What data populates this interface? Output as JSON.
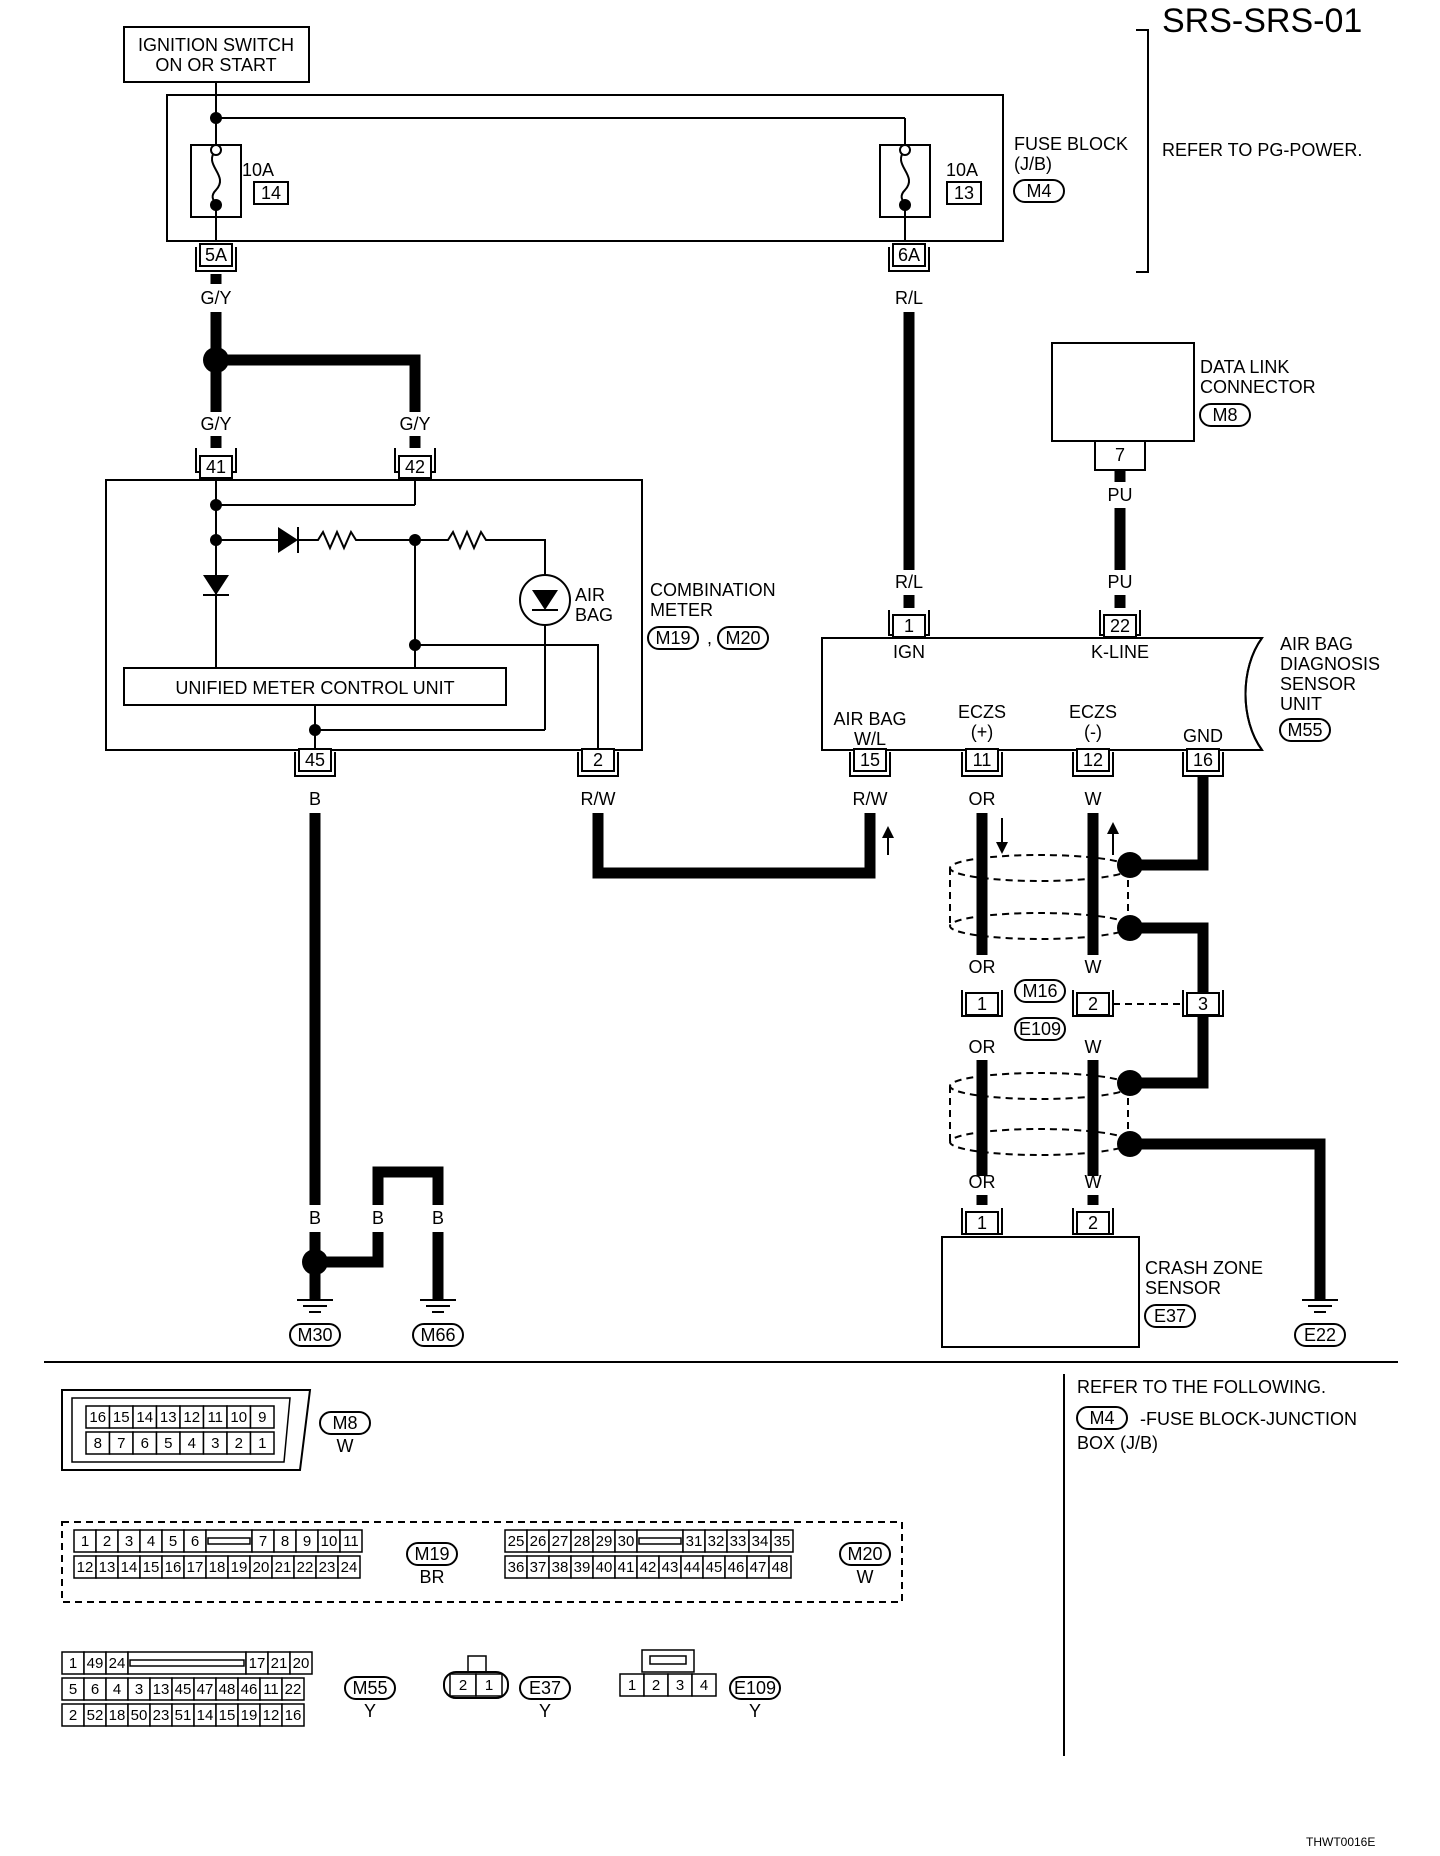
{
  "diagram": {
    "title": "SRS-SRS-01",
    "code": "THWT0016E",
    "ignition_switch": [
      "IGNITION SWITCH",
      "ON OR START"
    ],
    "fuse_block": {
      "label": [
        "FUSE BLOCK",
        "(J/B)"
      ],
      "connector": "M4",
      "note": "REFER TO PG-POWER.",
      "fuse_left": {
        "rating": "10A",
        "number": "14",
        "terminal": "5A"
      },
      "fuse_right": {
        "rating": "10A",
        "number": "13",
        "terminal": "6A"
      }
    },
    "combination_meter": {
      "label": [
        "COMBINATION",
        "METER"
      ],
      "connectors": [
        "M19",
        "M20"
      ],
      "separator": ",",
      "unit_label": "UNIFIED METER CONTROL UNIT",
      "airbag_lamp": [
        "AIR",
        "BAG"
      ],
      "terminals": [
        "41",
        "42",
        "45",
        "2"
      ]
    },
    "data_link": {
      "label": [
        "DATA LINK",
        "CONNECTOR"
      ],
      "connector": "M8",
      "terminal": "7"
    },
    "sensor_unit": {
      "label": [
        "AIR BAG",
        "DIAGNOSIS",
        "SENSOR",
        "UNIT"
      ],
      "connector": "M55",
      "top_pins": [
        {
          "num": "1",
          "name": "IGN"
        },
        {
          "num": "22",
          "name": "K-LINE"
        }
      ],
      "bottom_pins": [
        {
          "num": "15",
          "name": [
            "AIR BAG",
            "W/L"
          ]
        },
        {
          "num": "11",
          "name": [
            "ECZS",
            "(+)"
          ]
        },
        {
          "num": "12",
          "name": [
            "ECZS",
            "(-)"
          ]
        },
        {
          "num": "16",
          "name": [
            "GND"
          ]
        }
      ]
    },
    "joint_connector": {
      "connectors": [
        "M16",
        "E109"
      ],
      "pins": [
        "1",
        "2",
        "3"
      ]
    },
    "crash_zone_sensor": {
      "label": [
        "CRASH ZONE",
        "SENSOR"
      ],
      "connector": "E37",
      "pins": [
        "1",
        "2"
      ]
    },
    "wire_colors": {
      "gy": "G/Y",
      "rl": "R/L",
      "pu": "PU",
      "b": "B",
      "rw": "R/W",
      "or": "OR",
      "w": "W"
    },
    "grounds": [
      "M30",
      "M66",
      "E22"
    ],
    "refer": {
      "heading": "REFER TO THE FOLLOWING.",
      "connector": "M4",
      "text": [
        "-FUSE BLOCK-JUNCTION",
        "BOX (J/B)"
      ]
    },
    "connector_views": {
      "m8": {
        "name": "M8",
        "color": "W",
        "rows": [
          [
            "16",
            "15",
            "14",
            "13",
            "12",
            "11",
            "10",
            "9"
          ],
          [
            "8",
            "7",
            "6",
            "5",
            "4",
            "3",
            "2",
            "1"
          ]
        ]
      },
      "m19": {
        "name": "M19",
        "color": "BR",
        "rows": [
          [
            "1",
            "2",
            "3",
            "4",
            "5",
            "6",
            "",
            "7",
            "8",
            "9",
            "10",
            "11"
          ],
          [
            "12",
            "13",
            "14",
            "15",
            "16",
            "17",
            "18",
            "19",
            "20",
            "21",
            "22",
            "23",
            "24"
          ]
        ]
      },
      "m20": {
        "name": "M20",
        "color": "W",
        "rows": [
          [
            "25",
            "26",
            "27",
            "28",
            "29",
            "30",
            "",
            "31",
            "32",
            "33",
            "34",
            "35"
          ],
          [
            "36",
            "37",
            "38",
            "39",
            "40",
            "41",
            "42",
            "43",
            "44",
            "45",
            "46",
            "47",
            "48"
          ]
        ]
      },
      "m55": {
        "name": "M55",
        "color": "Y",
        "rows": [
          [
            "1",
            "49",
            "24",
            "",
            "17",
            "21",
            "20"
          ],
          [
            "5",
            "6",
            "4",
            "3",
            "13",
            "45",
            "47",
            "48",
            "46",
            "11",
            "22"
          ],
          [
            "2",
            "52",
            "18",
            "50",
            "23",
            "51",
            "14",
            "15",
            "19",
            "12",
            "16"
          ]
        ]
      },
      "e37": {
        "name": "E37",
        "color": "Y",
        "pins": [
          "2",
          "1"
        ]
      },
      "e109": {
        "name": "E109",
        "color": "Y",
        "pins": [
          "1",
          "2",
          "3",
          "4"
        ]
      }
    }
  }
}
